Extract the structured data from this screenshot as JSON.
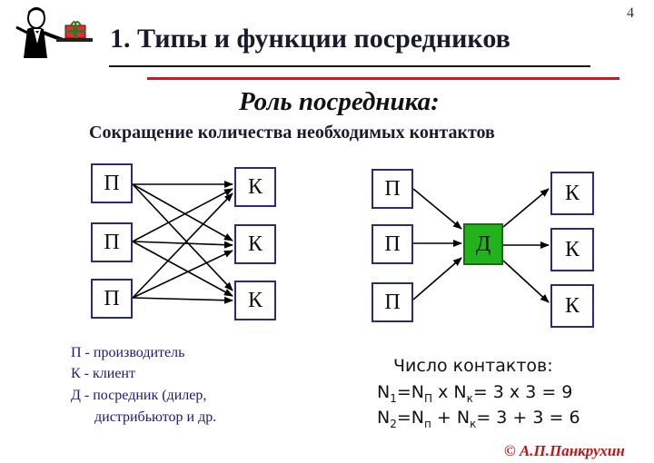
{
  "page_number": "4",
  "title": "1. Типы и функции посредников",
  "subtitle": "Роль посредника:",
  "heading": "Сокращение количества необходимых контактов",
  "left_diagram": {
    "producers": [
      "П",
      "П",
      "П"
    ],
    "clients": [
      "К",
      "К",
      "К"
    ]
  },
  "right_diagram": {
    "producers": [
      "П",
      "П",
      "П"
    ],
    "intermediary": "Д",
    "clients": [
      "К",
      "К",
      "К"
    ]
  },
  "legend": {
    "line1": "П - производитель",
    "line2": "К - клиент",
    "line3": "Д - посредник (дилер,",
    "line4": "дистрибьютор и др."
  },
  "contacts": {
    "label": "Число контактов:",
    "f1": {
      "n": "N",
      "i": "1",
      "eq": "=N",
      "i2": "П",
      "rest": " x N",
      "i3": "к",
      "tail": "= 3 x 3 = 9"
    },
    "f2": {
      "n": "N",
      "i": "2",
      "eq": "=N",
      "i2": "п",
      "rest": " + N",
      "i3": "к",
      "tail": "= 3 + 3 = 6"
    }
  },
  "copyright": "© А.П.Панкрухин",
  "colors": {
    "intermediary_fill": "#21b21c",
    "accent_rule": "#d01818",
    "copyright": "#c01515",
    "box_border": "#2a2a7a"
  },
  "icons": {
    "waiter": "waiter-with-tray-icon"
  }
}
